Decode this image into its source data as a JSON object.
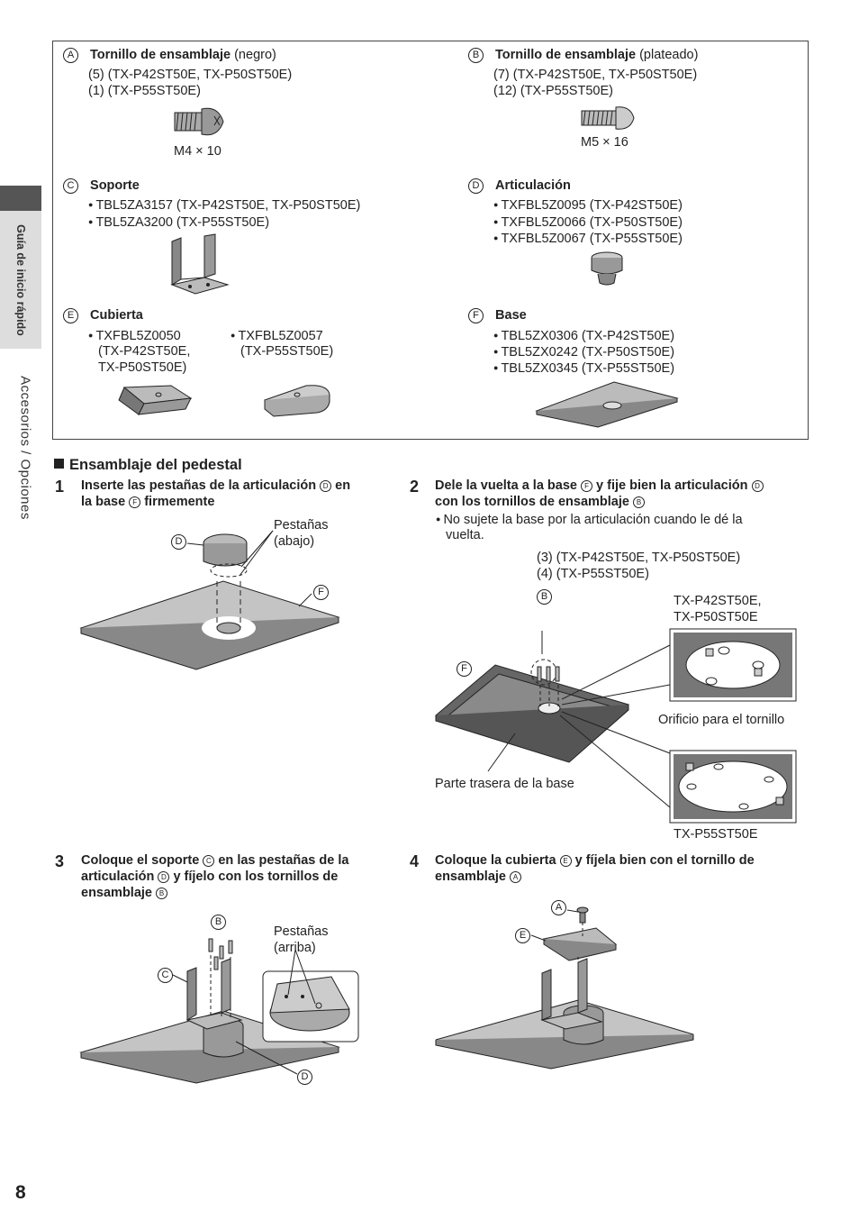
{
  "side_tab": {
    "top_label": "Guía de inicio rápido",
    "bottom_label": "Accesorios / Opciones"
  },
  "page_number": "8",
  "parts": {
    "A": {
      "letter": "A",
      "name": "Tornillo de ensamblaje",
      "suffix": " (negro)",
      "lines": [
        "(5) (TX-P42ST50E, TX-P50ST50E)",
        "(1) (TX-P55ST50E)"
      ],
      "caption": "M4 × 10"
    },
    "B": {
      "letter": "B",
      "name": "Tornillo de ensamblaje",
      "suffix": " (plateado)",
      "lines": [
        "(7) (TX-P42ST50E, TX-P50ST50E)",
        "(12) (TX-P55ST50E)"
      ],
      "caption": "M5 × 16"
    },
    "C": {
      "letter": "C",
      "name": "Soporte",
      "items": [
        "TBL5ZA3157 (TX-P42ST50E, TX-P50ST50E)",
        "TBL5ZA3200 (TX-P55ST50E)"
      ]
    },
    "D": {
      "letter": "D",
      "name": "Articulación",
      "items": [
        "TXFBL5Z0095 (TX-P42ST50E)",
        "TXFBL5Z0066 (TX-P50ST50E)",
        "TXFBL5Z0067 (TX-P55ST50E)"
      ]
    },
    "E": {
      "letter": "E",
      "name": "Cubierta",
      "item1": [
        "TXFBL5Z0050",
        "(TX-P42ST50E,",
        "TX-P50ST50E)"
      ],
      "item2": [
        "TXFBL5Z0057",
        "(TX-P55ST50E)"
      ]
    },
    "F": {
      "letter": "F",
      "name": "Base",
      "items": [
        "TBL5ZX0306 (TX-P42ST50E)",
        "TBL5ZX0242 (TX-P50ST50E)",
        "TBL5ZX0345 (TX-P55ST50E)"
      ]
    }
  },
  "section_title": "Ensamblaje del pedestal",
  "steps": {
    "s1": {
      "num": "1",
      "l1a": "Inserte las pestañas de la articulación ",
      "l1c": "D",
      "l1b": " en",
      "l2a": "la base ",
      "l2c": "F",
      "l2b": " firmemente",
      "labels": {
        "pestanas": "Pestañas",
        "abajo": "(abajo)",
        "D": "D",
        "F": "F"
      }
    },
    "s2": {
      "num": "2",
      "l1a": "Dele la vuelta a la base ",
      "l1c1": "F",
      "l1b": " y fije bien la articulación ",
      "l1c2": "D",
      "l2a": "con los tornillos de ensamblaje ",
      "l2c": "B",
      "note1": "No sujete la base por la articulación cuando le dé la",
      "note2": "vuelta.",
      "count1": "(3) (TX-P42ST50E, TX-P50ST50E)",
      "count2": "(4) (TX-P55ST50E)",
      "labels": {
        "B": "B",
        "F": "F",
        "models1a": "TX-P42ST50E,",
        "models1b": "TX-P50ST50E",
        "hole": "Orificio para el tornillo",
        "back": "Parte trasera de la base",
        "models2": "TX-P55ST50E"
      }
    },
    "s3": {
      "num": "3",
      "l1a": "Coloque el soporte ",
      "l1c": "C",
      "l1b": " en las pestañas de la",
      "l2a": "articulación ",
      "l2c": "D",
      "l2b": " y fíjelo con los tornillos de",
      "l3a": "ensamblaje ",
      "l3c": "B",
      "labels": {
        "B": "B",
        "C": "C",
        "D": "D",
        "pestanas": "Pestañas",
        "arriba": "(arriba)"
      }
    },
    "s4": {
      "num": "4",
      "l1a": "Coloque la cubierta ",
      "l1c": "E",
      "l1b": " y fíjela bien con el tornillo de",
      "l2a": "ensamblaje ",
      "l2c": "A",
      "labels": {
        "A": "A",
        "E": "E"
      }
    }
  }
}
